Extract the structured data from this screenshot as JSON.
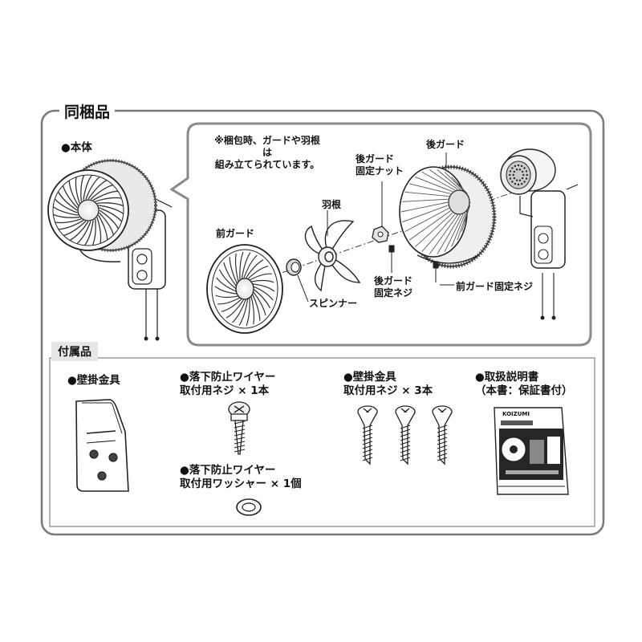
{
  "section": {
    "title": "同梱品",
    "main_unit_label": "●本体",
    "note": "※梱包時、ガードや羽根は\n組み立てられています。",
    "parts": {
      "rear_guard": "後ガード",
      "rear_guard_nut": "後ガード\n固定ナット",
      "blade": "羽根",
      "front_guard": "前ガード",
      "spinner": "スピンナー",
      "rear_guard_screw": "後ガード\n固定ネジ",
      "front_guard_screw": "前ガード固定ネジ"
    }
  },
  "accessories": {
    "title": "付属品",
    "wall_bracket": "●壁掛金具",
    "wire_screw": "●落下防止ワイヤー\n取付用ネジ × 1本",
    "wire_washer": "●落下防止ワイヤー\n取付用ワッシャー × 1個",
    "bracket_screws": "●壁掛金具\n取付用ネジ × 3本",
    "manual": "●取扱説明書\n（本書：保証書付）",
    "manual_brand": "KOIZUMI"
  }
}
